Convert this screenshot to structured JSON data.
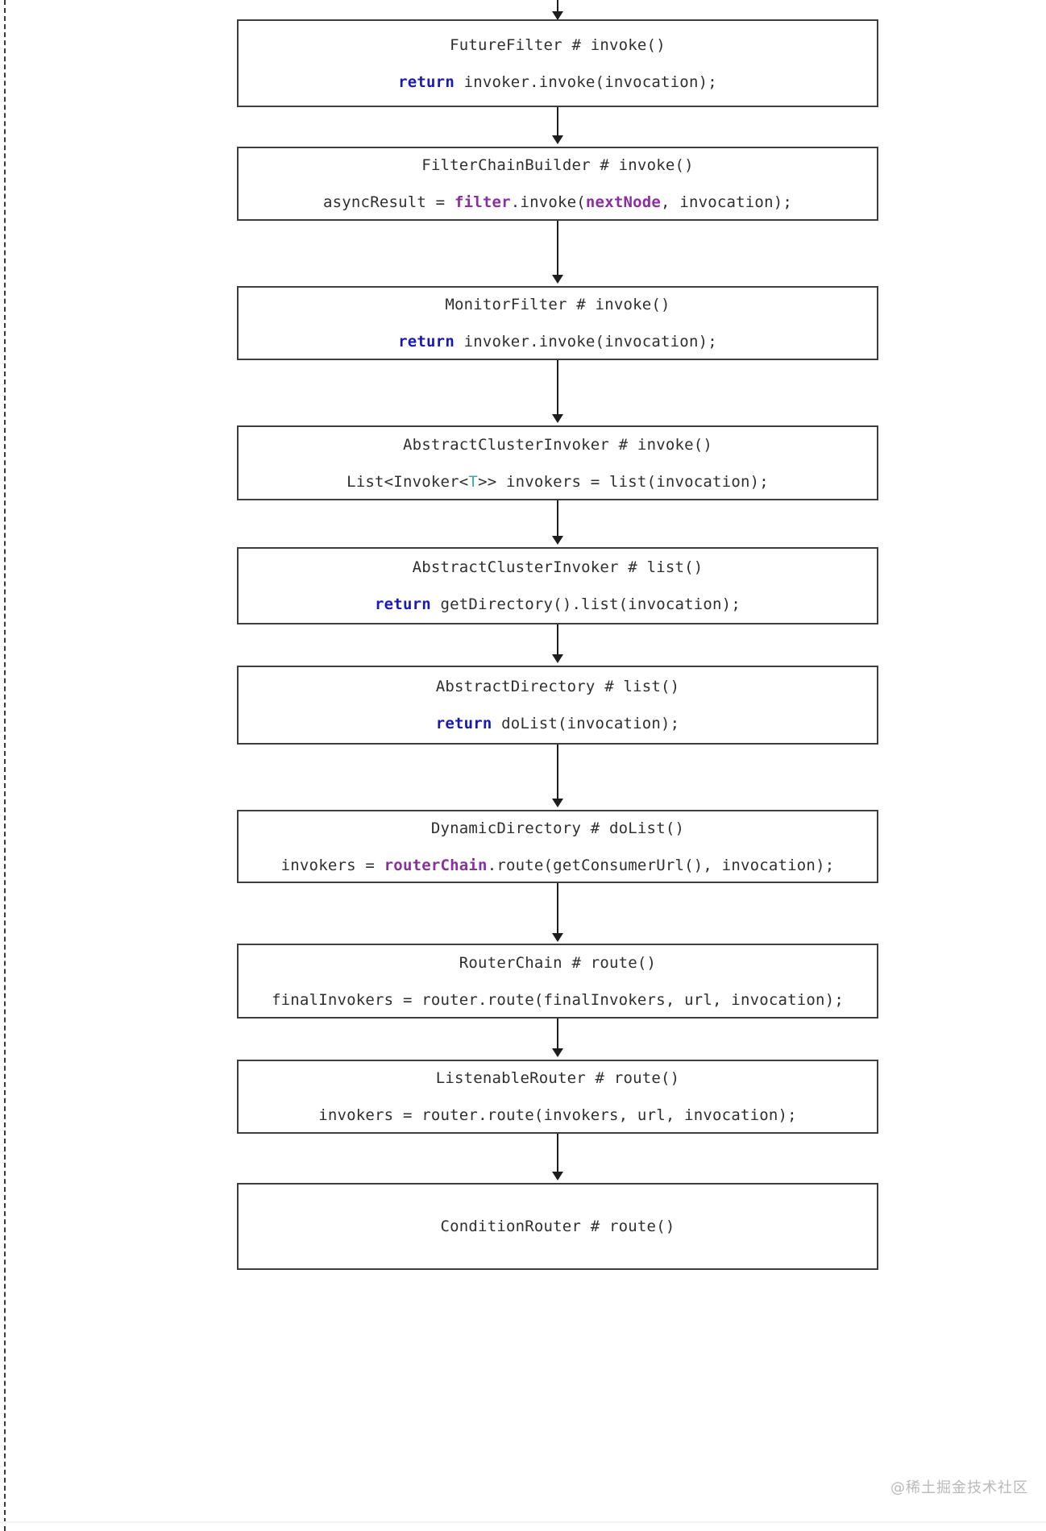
{
  "diagram": {
    "type": "flowchart",
    "orientation": "vertical",
    "watermark": "@稀土掘金技术社区",
    "colors": {
      "box_border": "#3d3d3d",
      "background": "#ffffff",
      "text": "#2f2f2f",
      "keyword": "#1a1ab3",
      "identifier": "#8b2fa0",
      "type_param": "#3aa7ab",
      "connector": "#1d1d1d",
      "watermark": "#b9b9b9"
    },
    "nodes": [
      {
        "id": "future-filter-invoke",
        "title": "FutureFilter # invoke()",
        "code_plain": "return invoker.invoke(invocation);",
        "code_tokens": [
          {
            "t": "return",
            "c": "kw"
          },
          {
            "t": " invoker.invoke(invocation);",
            "c": ""
          }
        ]
      },
      {
        "id": "filter-chain-builder-invoke",
        "title": "FilterChainBuilder # invoke()",
        "code_plain": "asyncResult = filter.invoke(nextNode, invocation);",
        "code_tokens": [
          {
            "t": "asyncResult = ",
            "c": ""
          },
          {
            "t": "filter",
            "c": "ident"
          },
          {
            "t": ".invoke(",
            "c": ""
          },
          {
            "t": "nextNode",
            "c": "ident"
          },
          {
            "t": ", invocation);",
            "c": ""
          }
        ]
      },
      {
        "id": "monitor-filter-invoke",
        "title": "MonitorFilter # invoke()",
        "code_plain": "return invoker.invoke(invocation);",
        "code_tokens": [
          {
            "t": "return",
            "c": "kw"
          },
          {
            "t": " invoker.invoke(invocation);",
            "c": ""
          }
        ]
      },
      {
        "id": "abstract-cluster-invoker-invoke",
        "title": "AbstractClusterInvoker # invoke()",
        "code_plain": "List<Invoker<T>> invokers = list(invocation);",
        "code_tokens": [
          {
            "t": "List<Invoker<",
            "c": ""
          },
          {
            "t": "T",
            "c": "type"
          },
          {
            "t": ">> invokers = list(invocation);",
            "c": ""
          }
        ]
      },
      {
        "id": "abstract-cluster-invoker-list",
        "title": "AbstractClusterInvoker # list()",
        "code_plain": "return getDirectory().list(invocation);",
        "code_tokens": [
          {
            "t": "return",
            "c": "kw"
          },
          {
            "t": " getDirectory().list(invocation);",
            "c": ""
          }
        ]
      },
      {
        "id": "abstract-directory-list",
        "title": "AbstractDirectory # list()",
        "code_plain": "return doList(invocation);",
        "code_tokens": [
          {
            "t": "return",
            "c": "kw"
          },
          {
            "t": " doList(invocation);",
            "c": ""
          }
        ]
      },
      {
        "id": "dynamic-directory-dolist",
        "title": "DynamicDirectory # doList()",
        "code_plain": "invokers = routerChain.route(getConsumerUrl(), invocation);",
        "code_tokens": [
          {
            "t": "invokers = ",
            "c": ""
          },
          {
            "t": "routerChain",
            "c": "ident"
          },
          {
            "t": ".route(getConsumerUrl(), invocation);",
            "c": ""
          }
        ]
      },
      {
        "id": "router-chain-route",
        "title": "RouterChain # route()",
        "code_plain": "finalInvokers = router.route(finalInvokers, url, invocation);",
        "code_tokens": [
          {
            "t": "finalInvokers = router.route(finalInvokers, url, invocation);",
            "c": ""
          }
        ]
      },
      {
        "id": "listenable-router-route",
        "title": "ListenableRouter # route()",
        "code_plain": "invokers = router.route(invokers, url, invocation);",
        "code_tokens": [
          {
            "t": "invokers = router.route(invokers, url, invocation);",
            "c": ""
          }
        ]
      },
      {
        "id": "condition-router-route",
        "title": "ConditionRouter # route()",
        "code_plain": "",
        "code_tokens": []
      }
    ]
  }
}
